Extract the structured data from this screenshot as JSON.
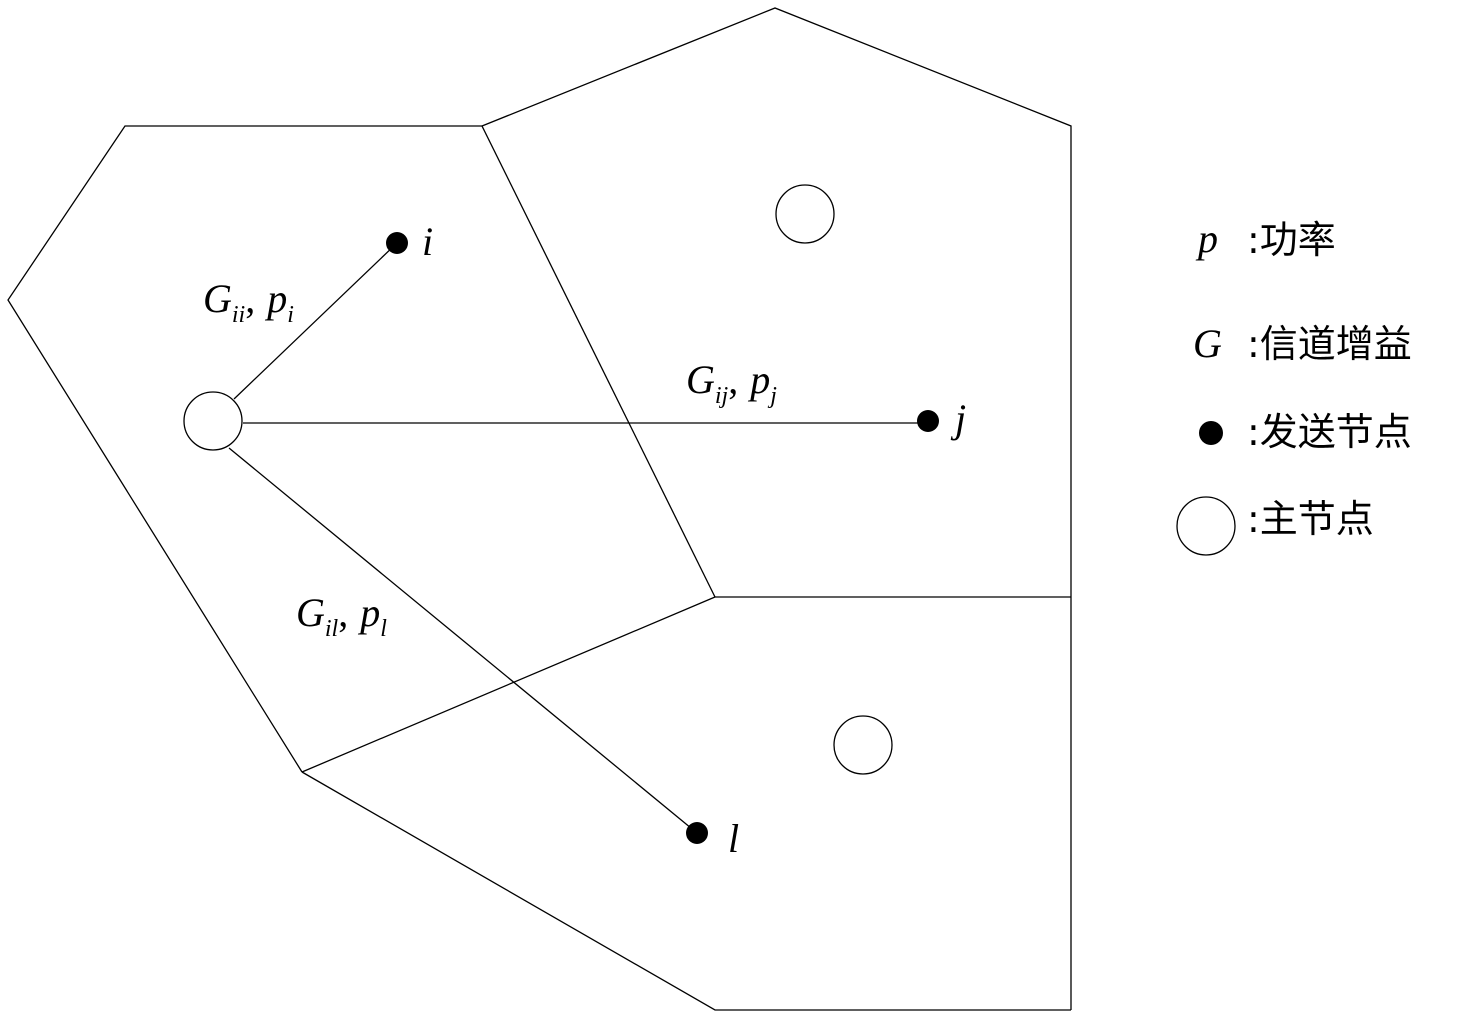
{
  "colors": {
    "line": "#000000",
    "background": "#ffffff"
  },
  "nodes": {
    "i": "i",
    "j": "j",
    "l": "l"
  },
  "links": {
    "ii": {
      "G": "G",
      "G_sub": "ii",
      "sep": ",",
      "p": "p",
      "p_sub": "i"
    },
    "ij": {
      "G": "G",
      "G_sub": "ij",
      "sep": ",",
      "p": "p",
      "p_sub": "j"
    },
    "il": {
      "G": "G",
      "G_sub": "il",
      "sep": ",",
      "p": "p",
      "p_sub": "l"
    }
  },
  "legend": {
    "power": {
      "symbol": "p",
      "label": ":功率"
    },
    "gain": {
      "symbol": "G",
      "label": ":信道增益"
    },
    "sender": {
      "icon": "filled-dot-icon",
      "label": ":发送节点"
    },
    "master": {
      "icon": "hollow-circle-icon",
      "label": ":主节点"
    }
  }
}
